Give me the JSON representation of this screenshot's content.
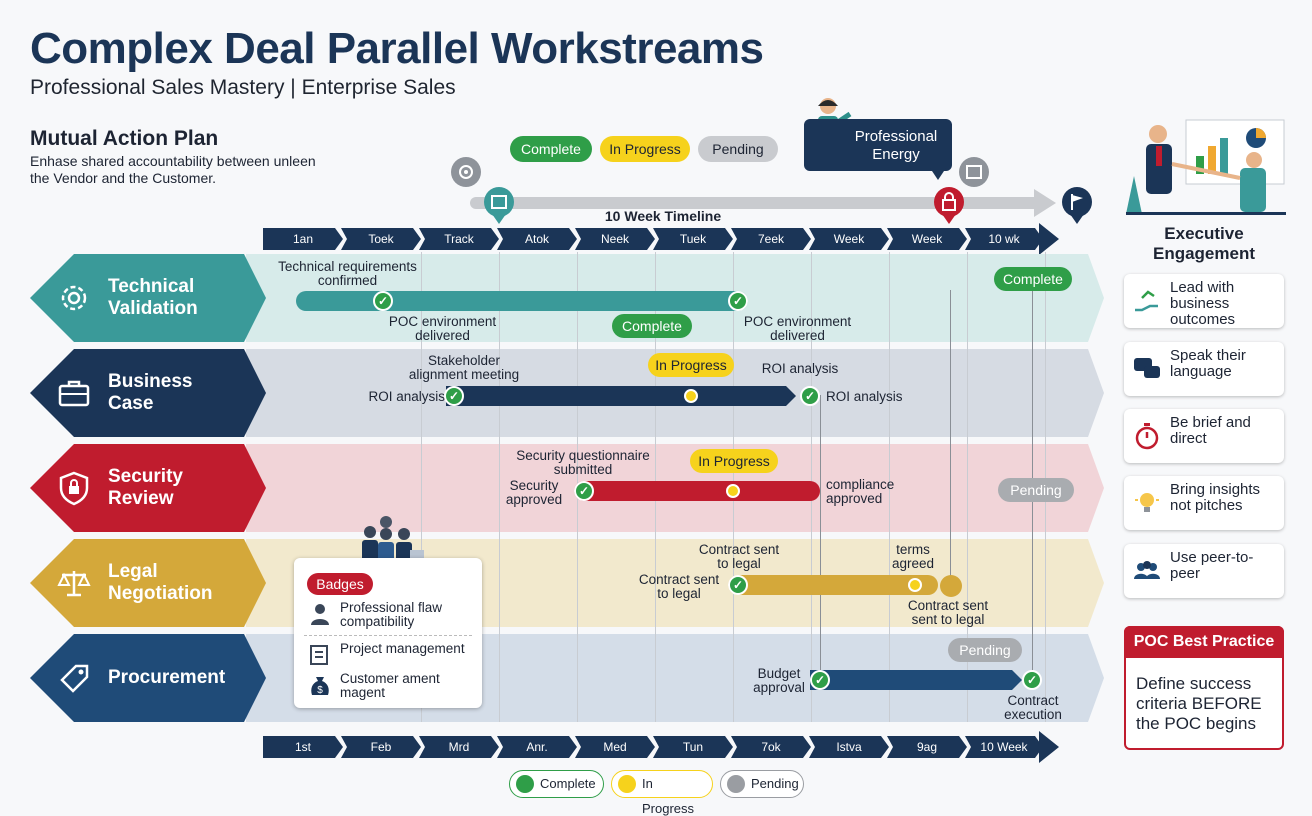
{
  "header": {
    "title": "Complex Deal Parallel Workstreams",
    "subtitle": "Professional Sales Mastery | Enterprise Sales"
  },
  "mutual_action_plan": {
    "title": "Mutual Action Plan",
    "description": "Enhase shared accountability between unleen the Vendor and the Customer."
  },
  "legend_top": {
    "complete": "Complete",
    "in_progress": "In Progress",
    "pending": "Pending"
  },
  "professional_energy": "Professional Energy",
  "timeline_label": "10 Week Timeline",
  "timeline_top": [
    "1an",
    "Toek",
    "Track",
    "Atok",
    "Neek",
    "Tuek",
    "7eek",
    "Week",
    "Week",
    "10 wk"
  ],
  "timeline_bottom": [
    "1st",
    "Feb",
    "Mrd",
    "Anr.",
    "Med",
    "Tun",
    "7ok",
    "Istva",
    "9ag",
    "10 Week"
  ],
  "lanes": {
    "technical": {
      "label": "Technical Validation",
      "m1": "Technical requirements confirmed",
      "m2": "POC environment delivered",
      "m3": "POC environment delivered",
      "status_mid": "Complete",
      "status_right": "Complete"
    },
    "business": {
      "label": "Business Case",
      "m1": "Stakeholder alignment meeting",
      "m2": "ROI analysis",
      "m3": "ROI analysis",
      "m4": "ROI analysis",
      "status": "In Progress"
    },
    "security": {
      "label": "Security Review",
      "m1": "Security questionnaire submitted",
      "m2": "Security approved",
      "m3": "compliance approved",
      "status": "In Progress",
      "status_right": "Pending"
    },
    "legal": {
      "label": "Legal Negotiation",
      "m1": "Contract sent to legal",
      "m2": "Contract sent to legal",
      "m3": "terms agreed",
      "m4": "Contract sent sent to legal"
    },
    "procurement": {
      "label": "Procurement",
      "m1": "Budget approval",
      "m2": "Contract execution",
      "status": "Pending"
    }
  },
  "badges": {
    "title": "Badges",
    "items": [
      "Professional flaw compatibility",
      "Project management",
      "Customer ament magent"
    ]
  },
  "executive": {
    "title": "Executive Engagement",
    "items": [
      "Lead with business outcomes",
      "Speak their language",
      "Be brief and direct",
      "Bring insights not pitches",
      "Use peer-to-peer"
    ]
  },
  "poc": {
    "title": "POC Best Practice",
    "body": "Define success criteria BEFORE the POC begins"
  },
  "legend_bottom": {
    "complete": "Complete",
    "in_progress": "In Progress",
    "pending": "Pending"
  },
  "colors": {
    "navy": "#1b3557",
    "teal": "#3a9a99",
    "red": "#c01c2e",
    "gold": "#d4a83a",
    "blue": "#1f4b78",
    "green": "#2f9e48",
    "yellow": "#f6d21c",
    "gray": "#9a9da2"
  }
}
